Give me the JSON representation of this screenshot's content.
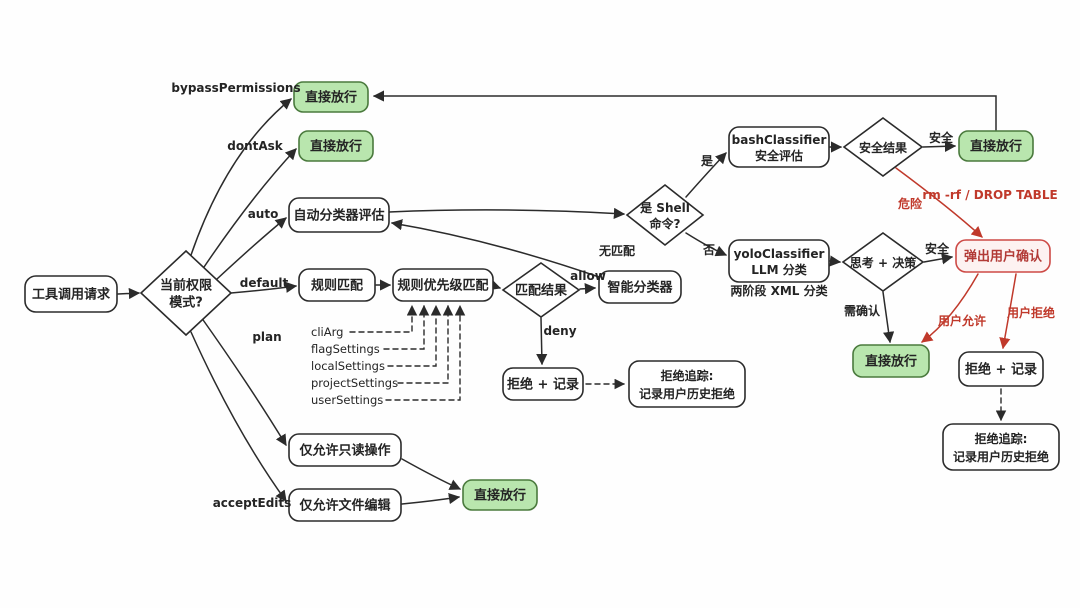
{
  "colors": {
    "ink": "#2b2b2b",
    "green_fill": "#b9e6ae",
    "green_stroke": "#4a7a3d",
    "red_accent": "#c0392b",
    "red_box_fill": "#fdf2f1",
    "red_box_stroke": "#cd4a46",
    "background": "#fefefe"
  },
  "nodes": {
    "start": {
      "label": "工具调用请求"
    },
    "mode": {
      "line1": "当前权限",
      "line2": "模式?"
    },
    "pass": {
      "label": "直接放行"
    },
    "auto_eval": {
      "label": "自动分类器评估"
    },
    "rule_match": {
      "label": "规则匹配"
    },
    "rule_priority": {
      "label": "规则优先级匹配"
    },
    "match_result": {
      "label": "匹配结果"
    },
    "smart_classifier": {
      "label": "智能分类器"
    },
    "shell": {
      "line1": "是 Shell",
      "line2": "命令?"
    },
    "bash_classifier": {
      "line1": "bashClassifier",
      "line2": "安全评估"
    },
    "yolo_classifier": {
      "line1": "yoloClassifier",
      "line2": "LLM 分类"
    },
    "safety_result": {
      "label": "安全结果"
    },
    "think_decide": {
      "label": "思考 + 决策"
    },
    "user_confirm": {
      "label": "弹出用户确认"
    },
    "reject_record": {
      "label": "拒绝 + 记录"
    },
    "reject_track": {
      "line1": "拒绝追踪:",
      "line2": "记录用户历史拒绝"
    },
    "readonly": {
      "label": "仅允许只读操作"
    },
    "fileedit": {
      "label": "仅允许文件编辑"
    }
  },
  "edge_labels": {
    "bypass": "bypassPermissions",
    "dontask": "dontAsk",
    "auto": "auto",
    "default_mode": "default",
    "plan": "plan",
    "accept_edits": "acceptEdits",
    "allow": "allow",
    "deny": "deny",
    "no_match": "无匹配",
    "yes": "是",
    "no": "否",
    "safe_top": "安全",
    "safe_mid": "安全",
    "danger": "危险",
    "danger_example": "rm -rf / DROP TABLE",
    "need_confirm": "需确认",
    "user_allow": "用户允许",
    "user_reject": "用户拒绝",
    "two_stage": "两阶段 XML 分类",
    "cli_arg": "cliArg",
    "flag_settings": "flagSettings",
    "local_settings": "localSettings",
    "project_settings": "projectSettings",
    "user_settings": "userSettings"
  }
}
